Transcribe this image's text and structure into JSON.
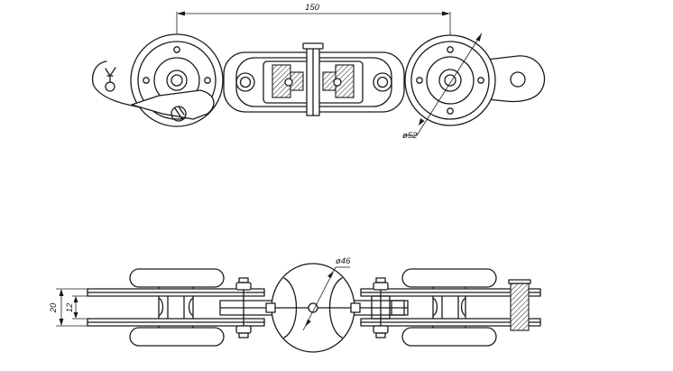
{
  "drawing": {
    "top_view": {
      "dim_length": "150",
      "dim_wheel_diameter": "ø52"
    },
    "side_view": {
      "dim_roller_diameter": "ø46",
      "dim_height_outer": "20",
      "dim_height_inner": "12"
    }
  }
}
